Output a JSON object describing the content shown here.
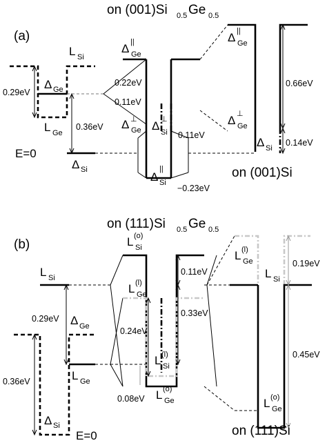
{
  "panel_a": {
    "tag": "(a)",
    "title_prefix": "on (001)Si",
    "title_sub1": "0.5",
    "title_mid": "Ge",
    "title_sub2": "0.5",
    "substrate": "on (001)Si",
    "e_zero": "E=0",
    "labels": {
      "L_si": "L",
      "L_si_sub": "Si",
      "delta_ge": "Δ",
      "delta_ge_sub": "Ge",
      "L_ge": "L",
      "L_ge_sub": "Ge",
      "delta_si": "Δ",
      "delta_si_sub": "Si",
      "delta_par_ge": "Δ",
      "delta_par_ge_sup": "||",
      "delta_par_ge_sub": "Ge",
      "delta_perp_ge": "Δ",
      "delta_perp_ge_sup": "⊥",
      "delta_perp_ge_sub": "Ge",
      "delta_perp_si": "Δ",
      "delta_perp_si_sup": "⊥",
      "delta_perp_si_sub": "Si",
      "delta_par_si": "Δ",
      "delta_par_si_sup": "||",
      "delta_par_si_sub": "Si",
      "delta_par_ge_r": "Δ",
      "delta_par_ge_r_sup": "||",
      "delta_par_ge_r_sub": "Ge",
      "delta_perp_ge_r": "Δ",
      "delta_perp_ge_r_sup": "⊥",
      "delta_perp_ge_r_sub": "Ge",
      "delta_si_r": "Δ",
      "delta_si_r_sub": "Si"
    },
    "energies": {
      "e029": "0.29eV",
      "e036": "0.36eV",
      "e022": "0.22eV",
      "e011": "0.11eV",
      "e011b": "0.11eV",
      "e023": "−0.23eV",
      "e066": "0.66eV",
      "e014": "0.14eV"
    }
  },
  "panel_b": {
    "tag": "(b)",
    "title_prefix": "on (111)Si",
    "title_sub1": "0.5",
    "title_mid": "Ge",
    "title_sub2": "0.5",
    "substrate": "on (111)Si",
    "e_zero": "E=0",
    "labels": {
      "L_si": "L",
      "L_si_sub": "Si",
      "delta_ge": "Δ",
      "delta_ge_sub": "Ge",
      "L_ge": "L",
      "L_ge_sub": "Ge",
      "delta_si": "Δ",
      "delta_si_sub": "Si",
      "L_o_si": "L",
      "L_o_si_sup": "(o)",
      "L_o_si_sub": "Si",
      "L_l_ge": "L",
      "L_l_ge_sup": "(l)",
      "L_l_ge_sub": "Ge",
      "L_l_si": "L",
      "L_l_si_sup": "(l)",
      "L_l_si_sub": "Si",
      "L_o_ge": "L",
      "L_o_ge_sup": "(o)",
      "L_o_ge_sub": "Ge",
      "L_l_ge_r": "L",
      "L_l_ge_r_sup": "(l)",
      "L_l_ge_r_sub": "Ge",
      "L_si_r": "L",
      "L_si_r_sub": "Si",
      "L_o_ge_r": "L",
      "L_o_ge_r_sup": "(o)",
      "L_o_ge_r_sub": "Ge"
    },
    "energies": {
      "e029": "0.29eV",
      "e036": "0.36eV",
      "e024": "0.24eV",
      "e011": "0.11eV",
      "e033": "0.33eV",
      "e008": "0.08eV",
      "e019": "0.19eV",
      "e045": "0.45eV"
    }
  }
}
